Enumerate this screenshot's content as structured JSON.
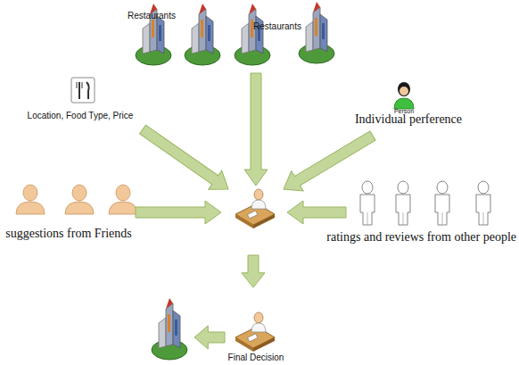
{
  "diagram": {
    "labels": [
      "Restaurants",
      "Restaurants",
      "Location, Food Type, Price",
      "Person",
      "Individual perference",
      "suggestions from Friends",
      "ratings and reviews from other people",
      "Final Decision"
    ]
  }
}
